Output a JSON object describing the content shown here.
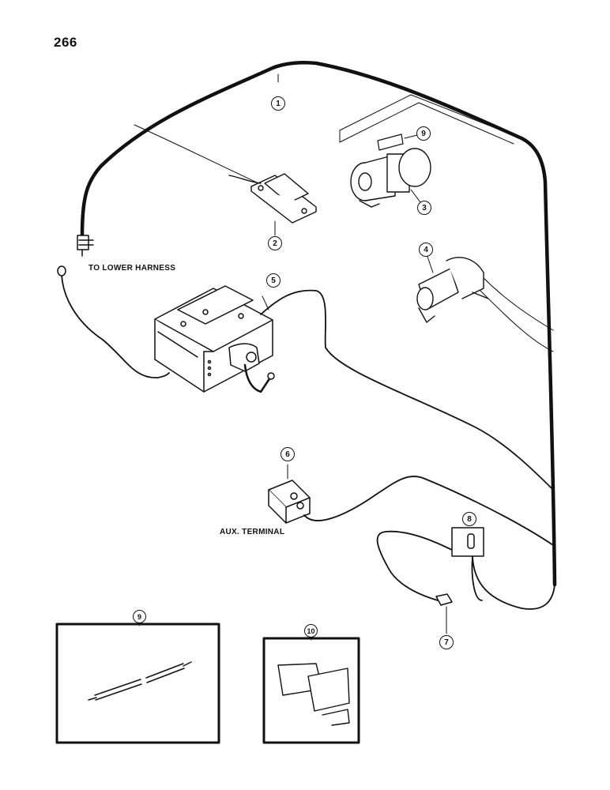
{
  "page_number": "266",
  "labels": {
    "to_lower_harness": "TO LOWER HARNESS",
    "aux_terminal": "AUX. TERMINAL"
  },
  "callouts": {
    "c1": "1",
    "c2": "2",
    "c3": "3",
    "c4": "4",
    "c5": "5",
    "c6": "6",
    "c7": "7",
    "c8": "8",
    "c9_top": "9",
    "c9_box": "9",
    "c10": "10"
  }
}
